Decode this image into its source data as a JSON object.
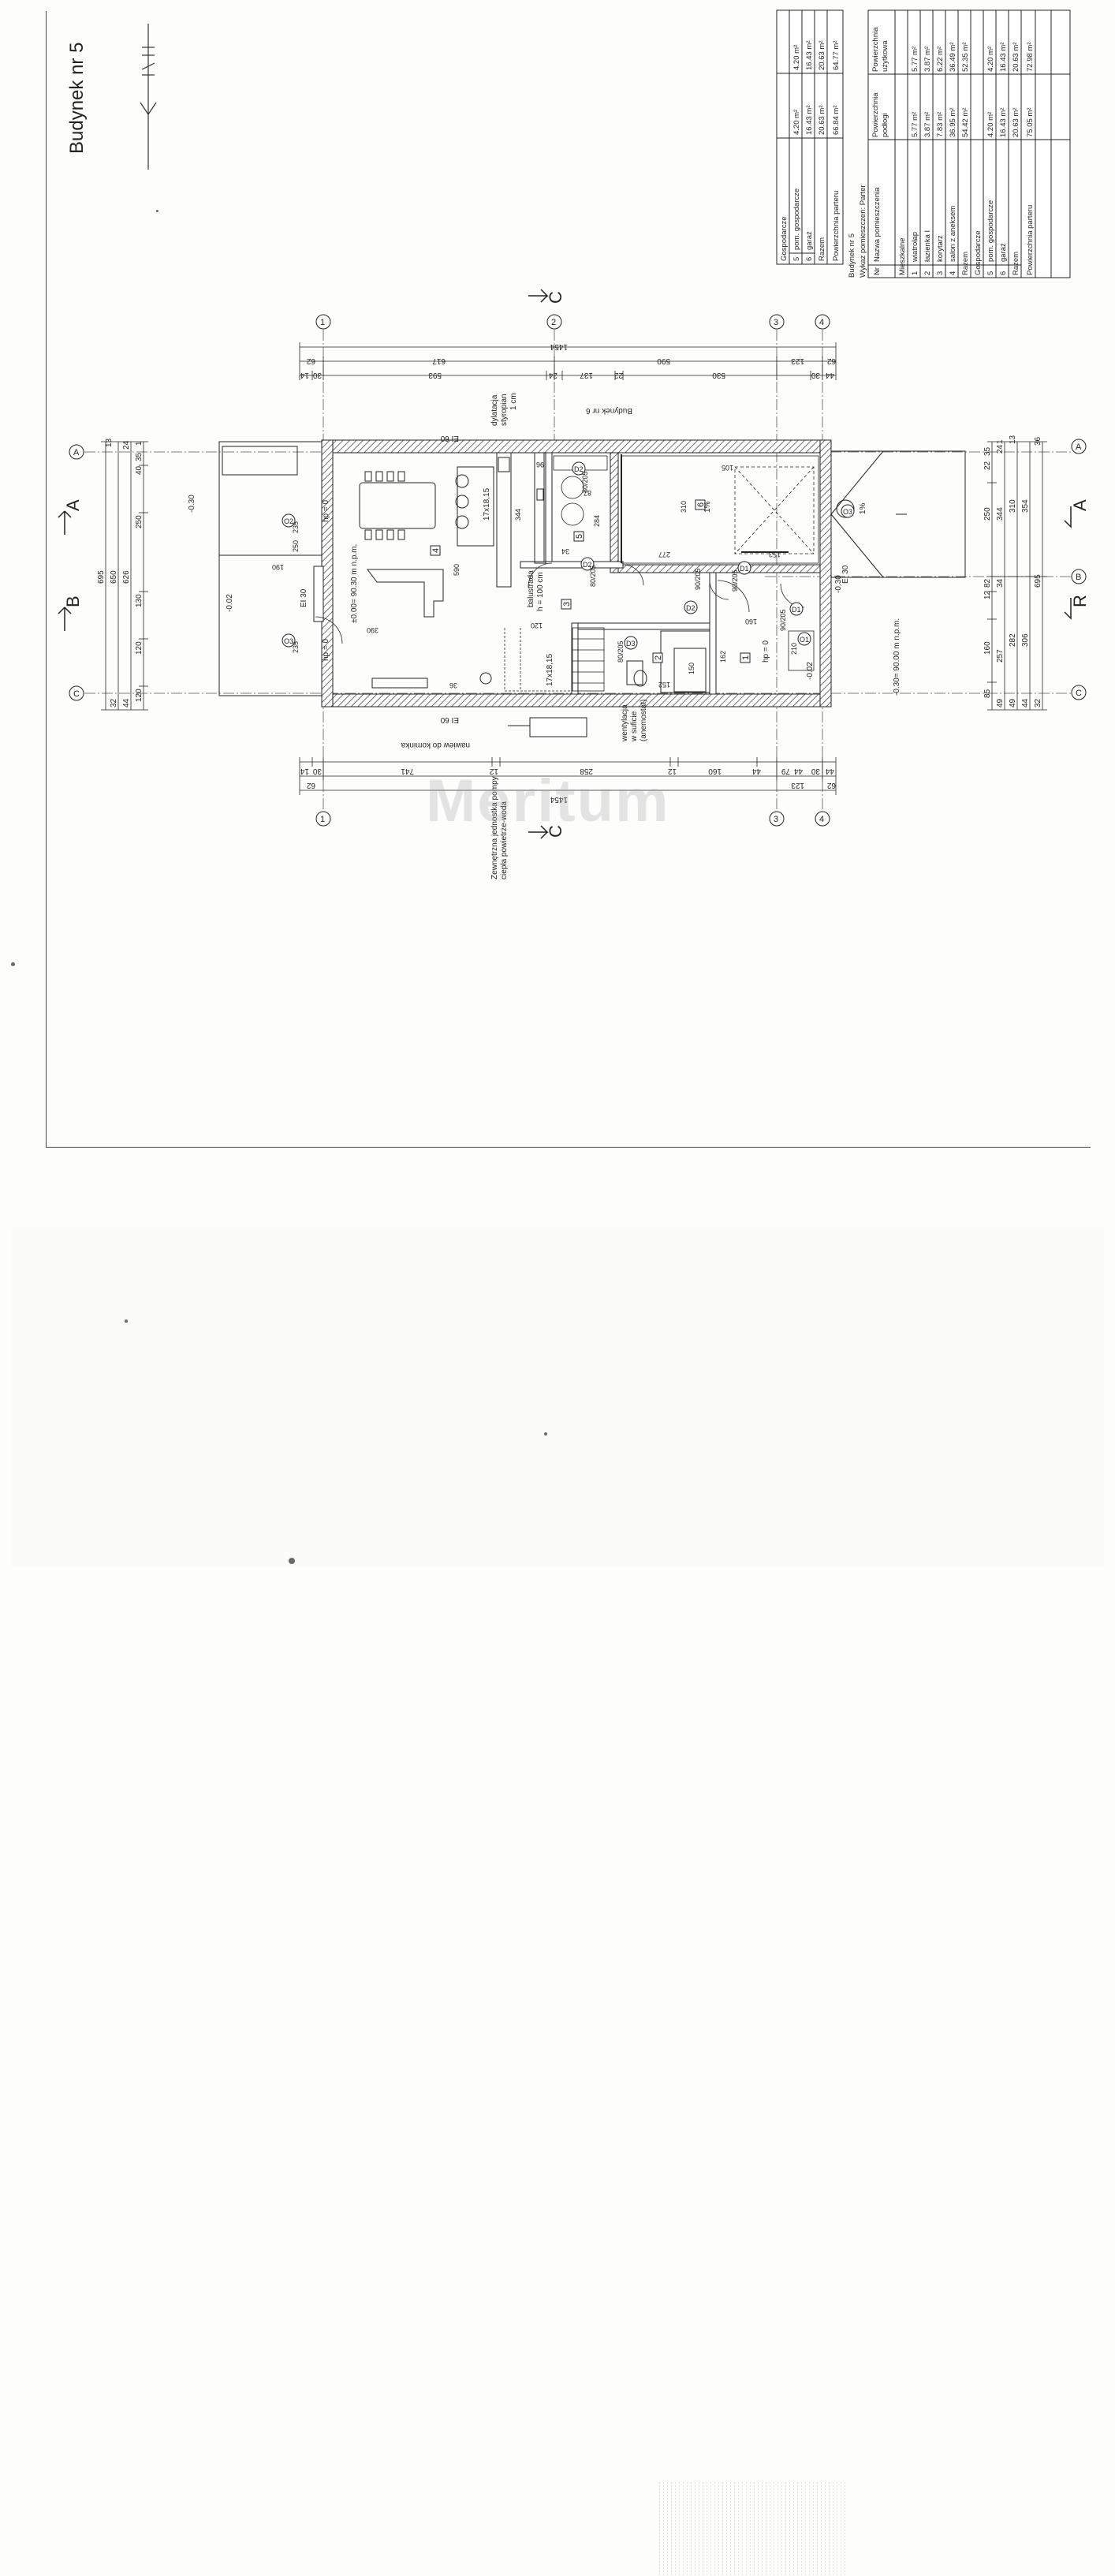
{
  "sheet": {
    "title": "Budynek nr 5"
  },
  "sections": {
    "a": "A",
    "b": "B",
    "c": "C",
    "r": "R"
  },
  "axes": {
    "numbers": [
      "1",
      "2",
      "3",
      "4"
    ],
    "letters": [
      "A",
      "B",
      "C"
    ]
  },
  "dimensions_top": {
    "total": "1454",
    "row2": [
      "62",
      "617",
      "590",
      "123",
      "62"
    ],
    "row3": [
      "14",
      "30",
      "593",
      "24",
      "137",
      "22",
      "530",
      "30",
      "44"
    ]
  },
  "dimensions_bottom": {
    "total": "1454",
    "row2": [
      "62",
      "123",
      "62"
    ],
    "row3": [
      "14",
      "30",
      "741",
      "12",
      "258",
      "12",
      "160",
      "44",
      "79",
      "44",
      "30",
      "44"
    ]
  },
  "dimensions_left": {
    "total": "695",
    "row2": [
      "650"
    ],
    "row3": [
      "626"
    ],
    "row4": [
      "120",
      "120",
      "130",
      "250",
      "40",
      "35"
    ],
    "row5": [
      "13",
      "24",
      "1",
      "32",
      "44"
    ]
  },
  "dimensions_right": {
    "total": "695",
    "row2": [
      "306",
      "354"
    ],
    "row3": [
      "282",
      "310"
    ],
    "row4": [
      "85",
      "160",
      "12",
      "82",
      "250",
      "22",
      "35"
    ],
    "row5": [
      "49",
      "49",
      "44",
      "32",
      "257",
      "34",
      "344",
      "24",
      "1",
      "13",
      "36"
    ]
  },
  "plan_labels": {
    "budynek_6": "Budynek nr 6",
    "dylatacja": [
      "dylatacja",
      "styropian",
      "1 cm"
    ],
    "ei60_top": "EI 60",
    "ei60_bottom": "EI 60",
    "ei30_1": "EI 30",
    "ei30_2": "EI 30",
    "level_main": "±0.00= 90.30 m n.p.m.",
    "level_out": "-0.30= 90.00 m n.p.m.",
    "level_m030": "-0.30",
    "level_m002a": "-0.02",
    "level_m002b": "-0.02",
    "level_m030b": "-0.30",
    "hp_1": "hp = 0",
    "hp_2": "hp = 0",
    "hp_3": "hp = 0",
    "balustrada": [
      "balustrada",
      "h = 100 cm"
    ],
    "stairs": "17x18,15",
    "stairs2": "17x18,15",
    "wentylacja": [
      "wentylacja",
      "w suficie",
      "(anemostat)"
    ],
    "nawiew": "nawiew do kominka",
    "pompa": [
      "Zewnętrzna jednostka pompy",
      "ciepła powietrze-woda"
    ],
    "slope": "1%",
    "slope2": "1%",
    "dims_inner": [
      "590",
      "390",
      "344",
      "284",
      "310",
      "277",
      "153",
      "190",
      "120",
      "160",
      "162",
      "150",
      "152",
      "105",
      "87",
      "96",
      "34",
      "36"
    ],
    "doors": [
      "D1",
      "D1",
      "D2",
      "D2",
      "D2",
      "D3",
      "O1",
      "O2",
      "O3",
      "O3"
    ],
    "door_sizes": [
      "90/205",
      "80/205",
      "90/205",
      "80/205",
      "90/205",
      "80/205",
      "235",
      "250",
      "235",
      "210"
    ]
  },
  "rooms": [
    {
      "num": "1"
    },
    {
      "num": "2"
    },
    {
      "num": "3"
    },
    {
      "num": "4"
    },
    {
      "num": "5"
    },
    {
      "num": "6"
    }
  ],
  "table_gosp": {
    "section": "Gospodarcze",
    "rows": [
      {
        "nr": "5",
        "name": "pom. gospodarcze",
        "area": "4.20 m²",
        "area2": "4.20 m²"
      },
      {
        "nr": "6",
        "name": "garaż",
        "area": "16.43 m²",
        "area2": "16.43 m²"
      },
      {
        "nr": "",
        "name": "Razem",
        "area": "20.63 m²",
        "area2": "20.63 m²"
      },
      {
        "nr": "",
        "name": "Powierzchnia parteru",
        "area": "66.84 m²",
        "area2": "64.77 m²"
      }
    ]
  },
  "table_main": {
    "heading1": "Budynek nr 5",
    "heading2": "Wykaz pomieszczeń: Parter",
    "col_nr": "Nr",
    "col_name": "Nazwa pomieszczenia",
    "col_a1": [
      "Powierzchnia",
      "podłogi"
    ],
    "col_a2": [
      "Powierzchnia",
      "użytkowa"
    ],
    "section_1": "Mieszkalne",
    "rows": [
      {
        "nr": "1",
        "name": "wiatrołap",
        "a1": "5.77 m²",
        "a2": "5.77 m²"
      },
      {
        "nr": "2",
        "name": "łazienka I",
        "a1": "3.87 m²",
        "a2": "3.87 m²"
      },
      {
        "nr": "3",
        "name": "korytarz",
        "a1": "7.83 m²",
        "a2": "6.22 m²"
      },
      {
        "nr": "4",
        "name": "salon z aneksem",
        "a1": "36.95 m²",
        "a2": "36.49 m²"
      },
      {
        "nr": "",
        "name": "Razem",
        "a1": "54.42 m²",
        "a2": "52.35 m²"
      }
    ],
    "section_2": "Gospodarcze",
    "rows2": [
      {
        "nr": "5",
        "name": "pom. gospodarcze",
        "a1": "4.20 m²",
        "a2": "4.20 m²"
      },
      {
        "nr": "6",
        "name": "garaż",
        "a1": "16.43 m²",
        "a2": "16.43 m²"
      },
      {
        "nr": "",
        "name": "Razem",
        "a1": "20.63 m²",
        "a2": "20.63 m²"
      },
      {
        "nr": "",
        "name": "Powierzchnia parteru",
        "a1": "75.05 m²",
        "a2": "72.98 m²"
      }
    ]
  },
  "watermark": "Meritum"
}
